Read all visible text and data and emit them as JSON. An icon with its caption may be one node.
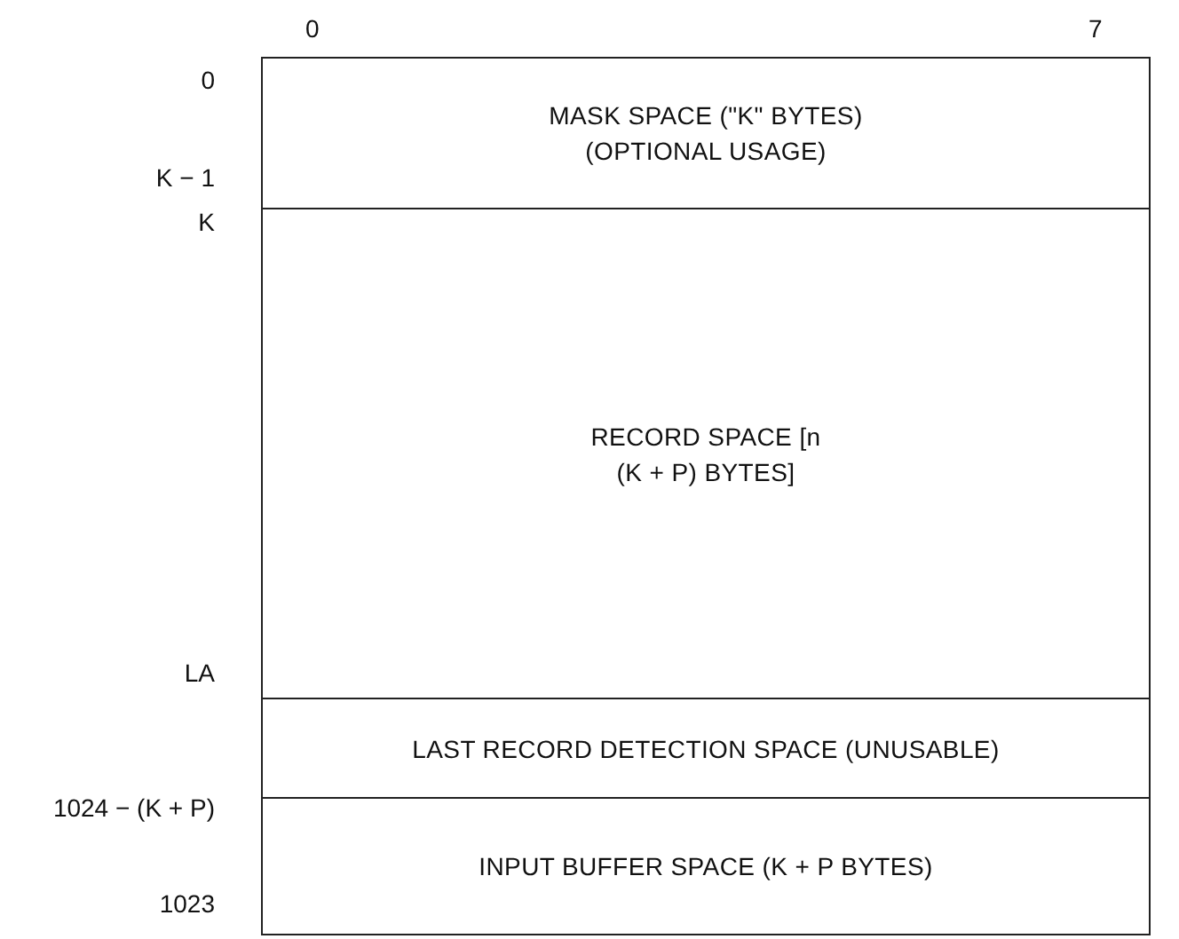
{
  "diagram": {
    "nodes": [
      {
        "text": [
          "MASK SPACE (\"K\" BYTES) (OPTIONAL USAGE)"
        ]
      },
      {
        "text": [
          "RECORD SPACE [n (K + P) BYTES]"
        ]
      },
      {
        "text": [
          "LAST RECORD DETECTION SPACE (UNUSABLE)"
        ]
      },
      {
        "text": [
          "INPUT BUFFER SPACE (K + P BYTES)"
        ]
      }
    ],
    "labels": [
      "0",
      "7",
      "0",
      "K − 1",
      "K",
      "LA",
      "1024 − (K + P)",
      "1023"
    ]
  }
}
